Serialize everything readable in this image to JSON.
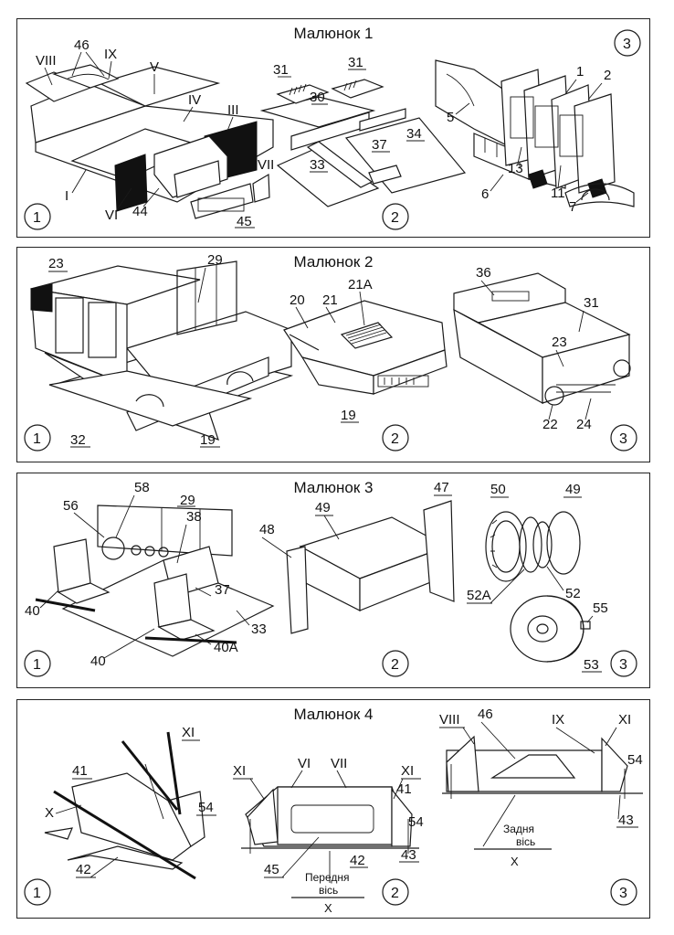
{
  "panels": [
    {
      "title": "Малюнок 1",
      "steps": [
        "1",
        "2",
        "3"
      ],
      "labels": [
        "46",
        "VIII",
        "IX",
        "V",
        "IV",
        "III",
        "VII",
        "I",
        "VI",
        "44",
        "45",
        "31",
        "31",
        "30",
        "37",
        "34",
        "33",
        "1",
        "2",
        "5",
        "13",
        "11",
        "6",
        "7"
      ]
    },
    {
      "title": "Малюнок 2",
      "steps": [
        "1",
        "2",
        "3"
      ],
      "labels": [
        "23",
        "29",
        "32",
        "19",
        "20",
        "21",
        "21A",
        "19",
        "36",
        "31",
        "23",
        "22",
        "24"
      ]
    },
    {
      "title": "Малюнок 3",
      "steps": [
        "1",
        "2",
        "3"
      ],
      "labels": [
        "56",
        "58",
        "29",
        "38",
        "37",
        "40",
        "40",
        "40A",
        "33",
        "49",
        "47",
        "48",
        "50",
        "49",
        "52A",
        "52",
        "55",
        "53"
      ]
    },
    {
      "title": "Малюнок 4",
      "steps": [
        "1",
        "2",
        "3"
      ],
      "labels": [
        "XI",
        "41",
        "X",
        "54",
        "42",
        "XI",
        "VI",
        "VII",
        "XI",
        "41",
        "54",
        "42",
        "43",
        "45",
        "VIII",
        "46",
        "IX",
        "XI",
        "54",
        "43"
      ],
      "axis_front": [
        "Передня",
        "вісь",
        "X"
      ],
      "axis_rear": [
        "Задня",
        "вісь",
        "X"
      ]
    }
  ]
}
